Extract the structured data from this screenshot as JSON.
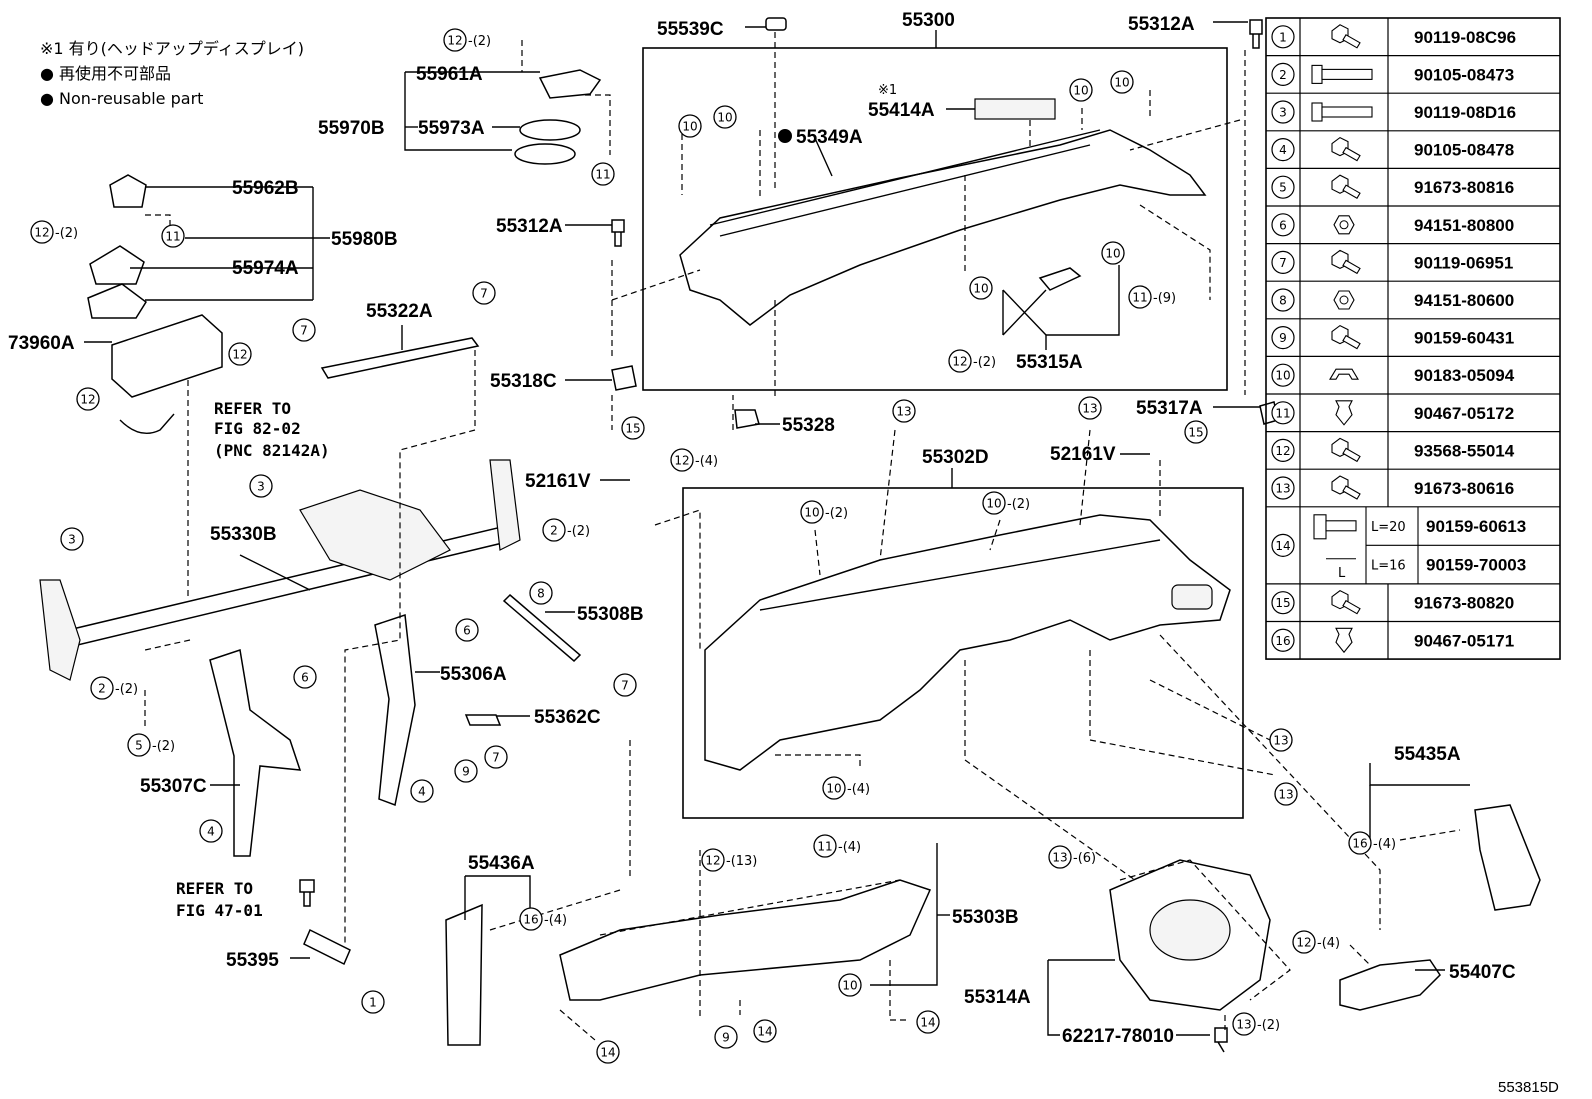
{
  "notes": {
    "note1": "※1 有り(ヘッドアップディスプレイ)",
    "note2": "● 再使用不可部品",
    "note3": "● Non-reusable part"
  },
  "refs": {
    "ref1_line1": "REFER TO",
    "ref1_line2": "FIG 82-02",
    "ref1_line3": "(PNC 82142A)",
    "ref2_line1": "REFER TO",
    "ref2_line2": "FIG 47-01"
  },
  "star_mark": "※1",
  "diagram_id": "553815D",
  "labels": {
    "p55539C": "55539C",
    "p55300": "55300",
    "p55312A_top": "55312A",
    "p55961A": "55961A",
    "p55970B": "55970B",
    "p55973A": "55973A",
    "p55414A": "55414A",
    "p55349A": "55349A",
    "p55962B": "55962B",
    "p55980B": "55980B",
    "p55974A": "55974A",
    "p55312A_mid": "55312A",
    "p73960A": "73960A",
    "p55322A": "55322A",
    "p55318C": "55318C",
    "p55315A": "55315A",
    "p55317A": "55317A",
    "p55328": "55328",
    "p55302D": "55302D",
    "p52161V_a": "52161V",
    "p52161V_b": "52161V",
    "p55330B": "55330B",
    "p55308B": "55308B",
    "p55306A": "55306A",
    "p55362C": "55362C",
    "p55307C": "55307C",
    "p55435A": "55435A",
    "p55436A": "55436A",
    "p55303B": "55303B",
    "p55314A": "55314A",
    "p55407C": "55407C",
    "p55395": "55395",
    "p62217": "62217-78010"
  },
  "callouts": {
    "c12_top": "12",
    "q12_top": "-(2)",
    "c11_a": "11",
    "c12_b": "12",
    "q12_b": "-(2)",
    "c11_b": "11",
    "c10_a": "10",
    "c10_b": "10",
    "c10_c": "10",
    "c10_d": "10",
    "c12_c": "12",
    "c12_d": "12",
    "c7_a": "7",
    "c7_b": "7",
    "c10_e": "10",
    "c10_f": "10",
    "c12_e": "12",
    "q12_e": "-(2)",
    "c11_c": "11",
    "q11_c": "-(9)",
    "c15_a": "15",
    "c15_b": "15",
    "c12_f": "12",
    "q12_f": "-(4)",
    "c13_a": "13",
    "c13_b": "13",
    "c3_a": "3",
    "c3_b": "3",
    "c2_a": "2",
    "q2_a": "-(2)",
    "c10_g": "10",
    "q10_g": "-(2)",
    "c10_h": "10",
    "q10_h": "-(2)",
    "c8": "8",
    "c6_a": "6",
    "c6_b": "6",
    "c7_c": "7",
    "c2_b": "2",
    "q2_b": "-(2)",
    "c5": "5",
    "q5": "-(2)",
    "c9_a": "9",
    "c7_d": "7",
    "c4_a": "4",
    "c4_b": "4",
    "c10_i": "10",
    "q10_i": "-(4)",
    "c13_c": "13",
    "c13_d": "13",
    "c16_a": "16",
    "q16_a": "-(4)",
    "c12_g": "12",
    "q12_g": "-(13)",
    "c11_d": "11",
    "q11_d": "-(4)",
    "c13_e": "13",
    "q13_e": "-(6)",
    "c16_b": "16",
    "q16_b": "-(4)",
    "c12_h": "12",
    "q12_h": "-(4)",
    "c10_j": "10",
    "c1_a": "1",
    "c14_a": "14",
    "c9_b": "9",
    "c14_b": "14",
    "c14_c": "14",
    "c13_f": "13",
    "q13_f": "-(2)"
  },
  "legend": [
    {
      "num": "1",
      "part": "90119-08C96"
    },
    {
      "num": "2",
      "part": "90105-08473"
    },
    {
      "num": "3",
      "part": "90119-08D16"
    },
    {
      "num": "4",
      "part": "90105-08478"
    },
    {
      "num": "5",
      "part": "91673-80816"
    },
    {
      "num": "6",
      "part": "94151-80800"
    },
    {
      "num": "7",
      "part": "90119-06951"
    },
    {
      "num": "8",
      "part": "94151-80600"
    },
    {
      "num": "9",
      "part": "90159-60431"
    },
    {
      "num": "10",
      "part": "90183-05094"
    },
    {
      "num": "11",
      "part": "90467-05172"
    },
    {
      "num": "12",
      "part": "93568-55014"
    },
    {
      "num": "13",
      "part": "91673-80616"
    },
    {
      "num": "14",
      "part": "",
      "l1": "L=20",
      "part_a": "90159-60613",
      "l2": "L=16",
      "part_b": "90159-70003",
      "lmark": "L"
    },
    {
      "num": "15",
      "part": "91673-80820"
    },
    {
      "num": "16",
      "part": "90467-05171"
    }
  ]
}
